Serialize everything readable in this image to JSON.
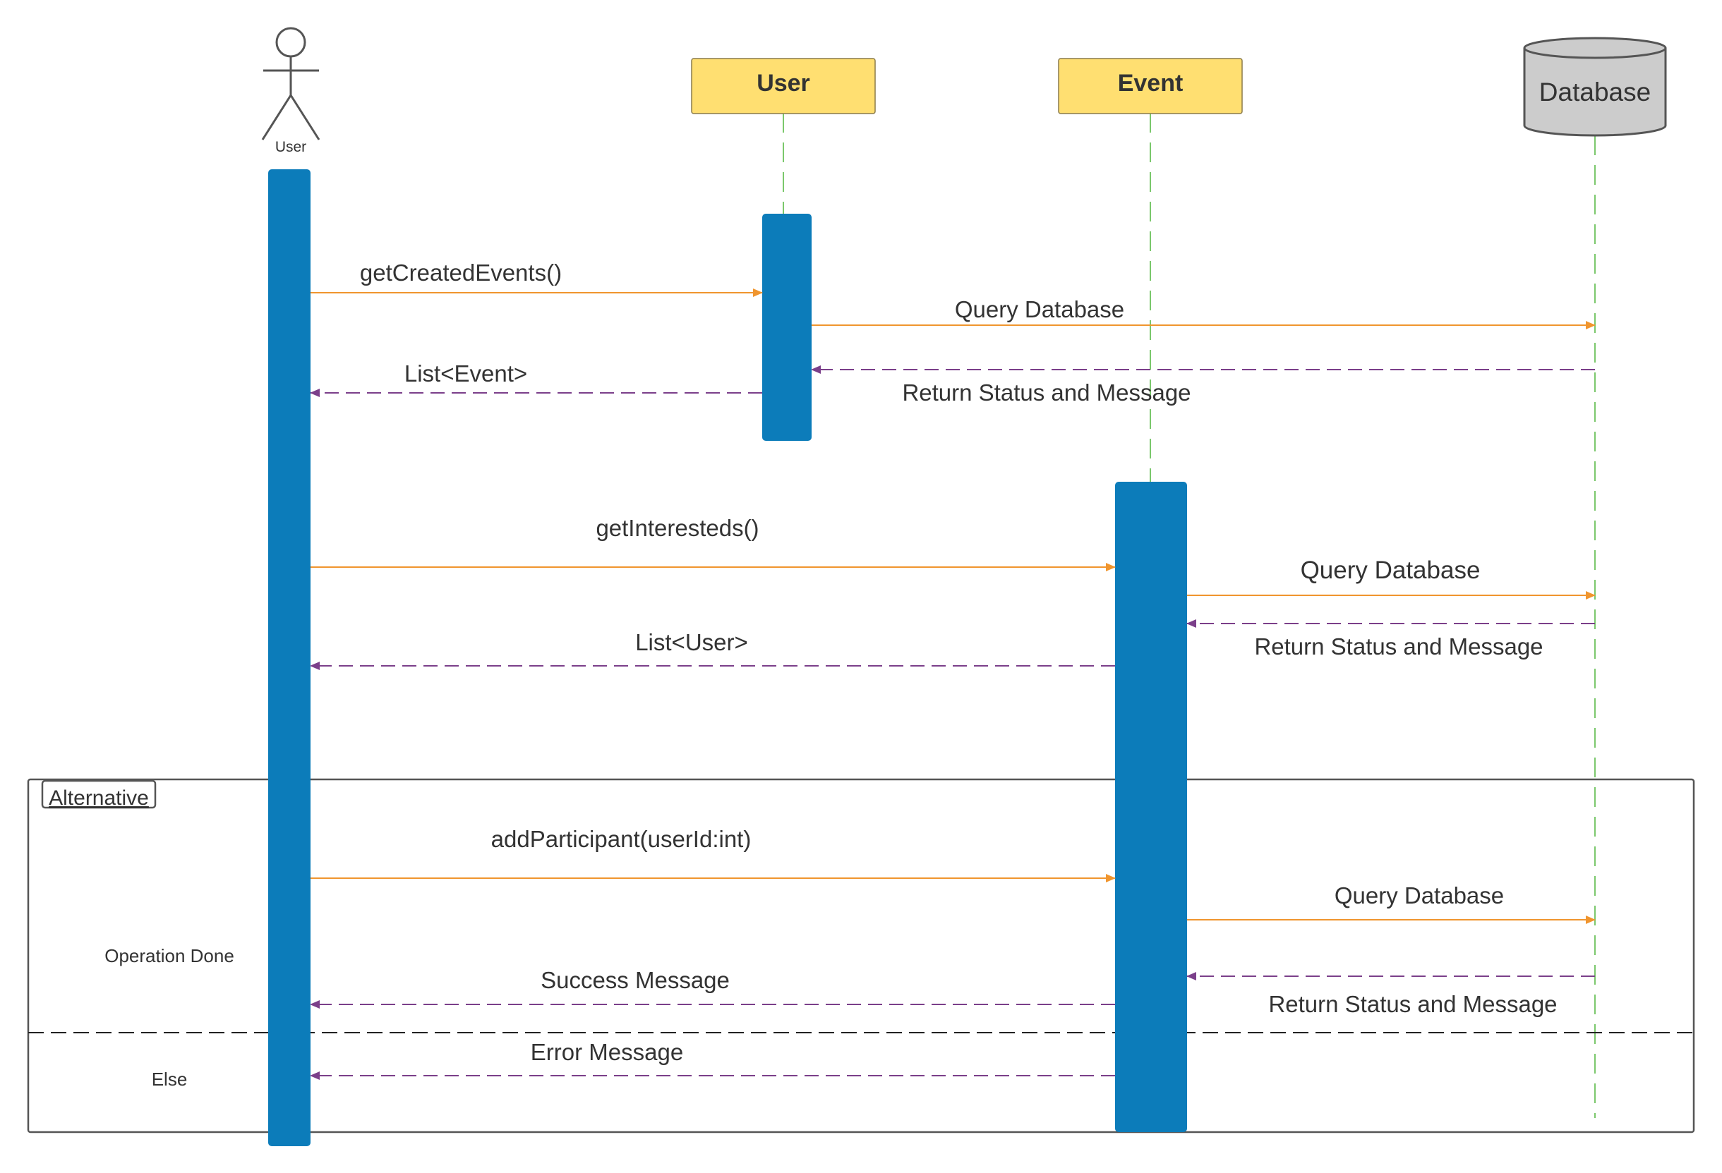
{
  "participants": {
    "actor": {
      "label": "User"
    },
    "user": {
      "label": "User"
    },
    "event": {
      "label": "Event"
    },
    "database": {
      "label": "Database"
    }
  },
  "messages": {
    "m1": "getCreatedEvents()",
    "m2": "Query Database",
    "m3": "Return Status and Message",
    "m4": "List<Event>",
    "m5": "getInteresteds()",
    "m6": "Query Database",
    "m7": "Return Status and Message",
    "m8": "List<User>",
    "m9": "addParticipant(userId:int)",
    "m10": "Query Database",
    "m11": "Return Status and Message",
    "m12": "Success Message",
    "m13": "Error Message"
  },
  "fragment": {
    "type": "Alternative",
    "guard1": "Operation Done",
    "guard2": "Else"
  },
  "colors": {
    "box_fill": "#FFDF71",
    "activation": "#0C7CBA",
    "call_arrow": "#F0952E",
    "return_arrow": "#7B3F8A",
    "lifeline": "#7BC86C",
    "database_fill": "#CCCCCC"
  }
}
